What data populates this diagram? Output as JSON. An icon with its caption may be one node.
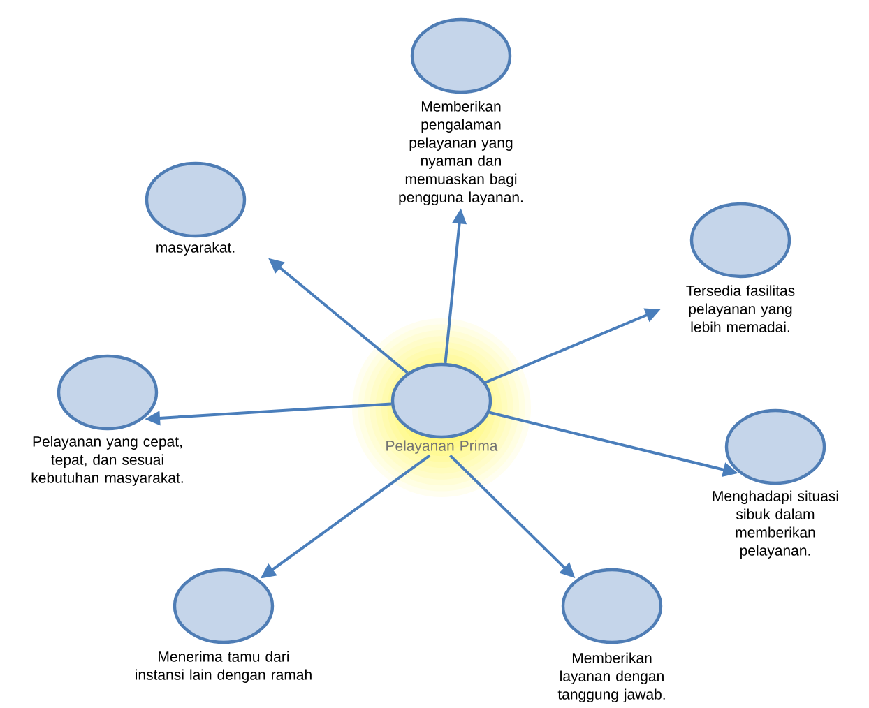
{
  "diagram": {
    "nodes": [
      {
        "text": [
          "Pelayanan Prima"
        ]
      },
      {
        "text": [
          "Memberikan pengalaman pelayanan yang nyaman dan memuaskan bagi pengguna layanan."
        ]
      },
      {
        "text": [
          "masyarakat."
        ]
      },
      {
        "text": [
          "Tersedia fasilitas pelayanan yang lebih memadai."
        ]
      },
      {
        "text": [
          "Pelayanan yang cepat, tepat, dan sesuai kebutuhan masyarakat."
        ]
      },
      {
        "text": [
          "Menghadapi situasi sibuk dalam memberikan pelayanan."
        ]
      },
      {
        "text": [
          "Menerima tamu dari instansi lain dengan ramah"
        ]
      },
      {
        "text": [
          "Memberikan layanan dengan tanggung jawab."
        ]
      }
    ],
    "edges": [
      {
        "from": 0,
        "to": 1,
        "arrow": "to"
      },
      {
        "from": 0,
        "to": 2,
        "arrow": "to"
      },
      {
        "from": 0,
        "to": 3,
        "arrow": "to"
      },
      {
        "from": 0,
        "to": 4,
        "arrow": "to"
      },
      {
        "from": 0,
        "to": 5,
        "arrow": "to"
      },
      {
        "from": 0,
        "to": 6,
        "arrow": "to"
      },
      {
        "from": 0,
        "to": 7,
        "arrow": "to"
      }
    ]
  }
}
